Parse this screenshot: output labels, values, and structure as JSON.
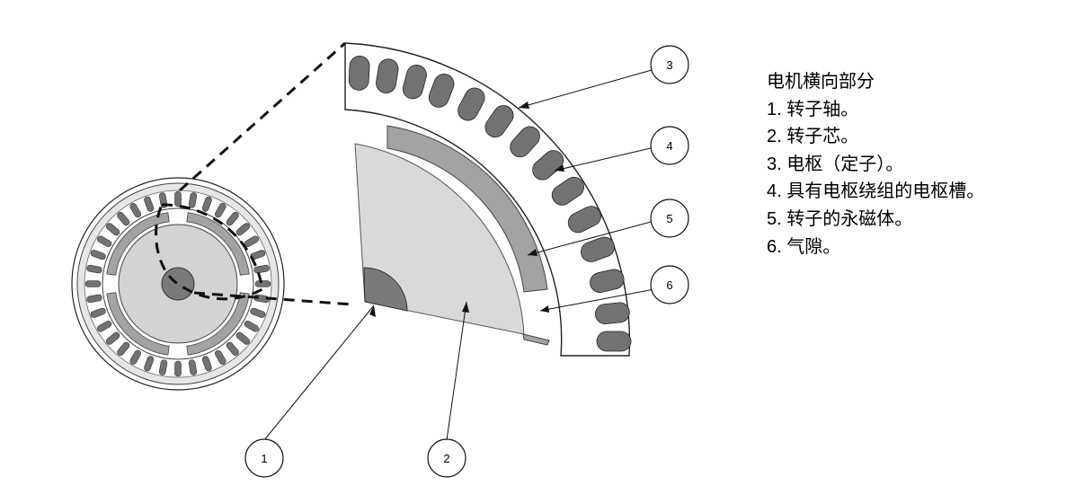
{
  "legend": {
    "title": "电机横向部分",
    "items": [
      "1. 转子轴。",
      "2. 转子芯。",
      "3. 电枢（定子）。",
      "4. 具有电枢绕组的电枢槽。",
      "5. 转子的永磁体。",
      "6. 气隙。"
    ]
  },
  "callouts": [
    "1",
    "2",
    "3",
    "4",
    "5",
    "6"
  ],
  "colors": {
    "shaft": "#7a7a7a",
    "rotor_core": "#d9d9d9",
    "magnet": "#a3a3a3",
    "slot": "#727272",
    "stator": "#ffffff",
    "outline": "#222222"
  }
}
